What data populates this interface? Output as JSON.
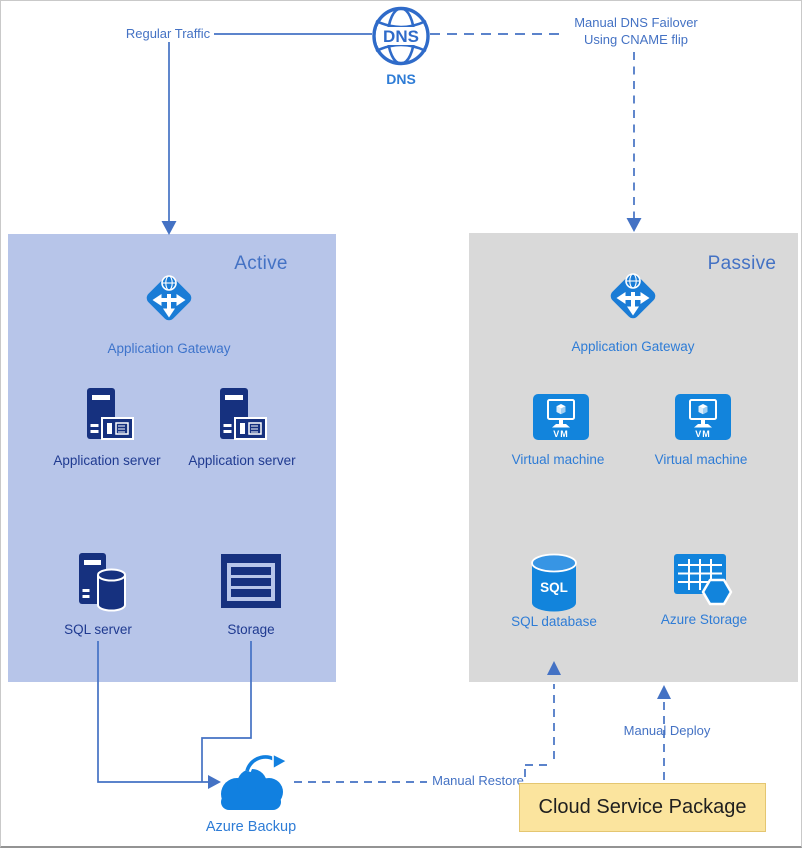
{
  "dns": {
    "icon_text": "DNS",
    "caption": "DNS"
  },
  "edges": {
    "regular_traffic": "Regular Traffic",
    "failover_line1": "Manual DNS Failover",
    "failover_line2": "Using CNAME flip",
    "manual_restore": "Manual Restore",
    "manual_deploy": "Manual Deploy"
  },
  "active": {
    "title": "Active",
    "gateway": "Application Gateway",
    "servers": [
      "Application server",
      "Application server"
    ],
    "sql_server": "SQL server",
    "storage": "Storage"
  },
  "passive": {
    "title": "Passive",
    "gateway": "Application Gateway",
    "vms": [
      "Virtual machine",
      "Virtual machine"
    ],
    "vm_icon_text": "VM",
    "sql_database": "SQL database",
    "sql_icon_text": "SQL",
    "azure_storage": "Azure Storage"
  },
  "backup": {
    "caption": "Azure Backup"
  },
  "package": {
    "label": "Cloud Service Package"
  },
  "icons": {
    "dns": "dns-globe-icon",
    "application_gateway": "application-gateway-icon",
    "application_server": "application-server-icon",
    "sql_server": "sql-server-icon",
    "storage": "storage-rack-icon",
    "virtual_machine": "virtual-machine-icon",
    "sql_database": "sql-database-icon",
    "azure_storage": "azure-storage-table-icon",
    "azure_backup": "azure-backup-cloud-icon"
  },
  "colors": {
    "line_blue": "#4472C4",
    "azure_blue": "#1284DC",
    "navy_icon": "#16317F",
    "bright_label_blue": "#2E7CD6",
    "active_zone_fill": "#B7C5E9",
    "passive_zone_fill": "#D9D9D9",
    "package_fill": "#FBE49E",
    "package_border": "#E4C671"
  }
}
